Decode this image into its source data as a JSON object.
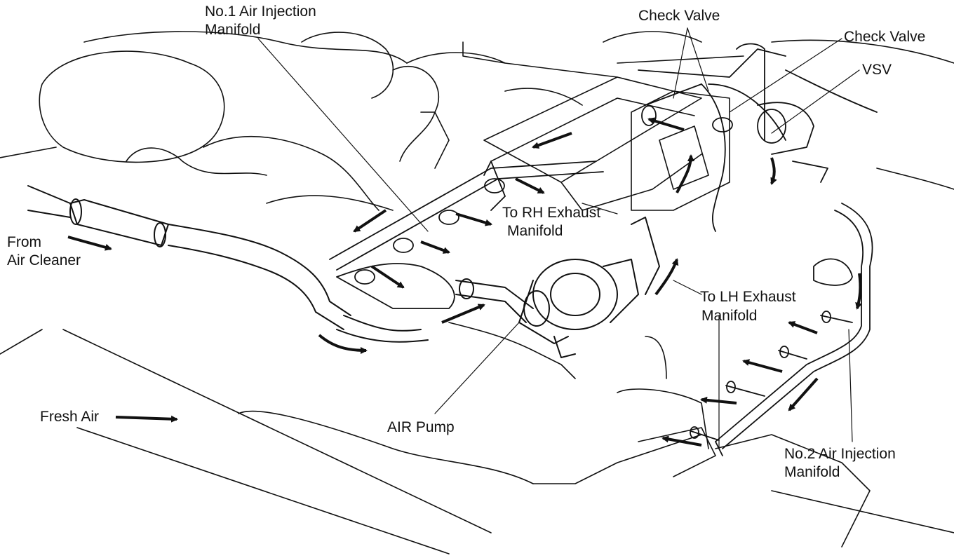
{
  "labels": {
    "no1_manifold_line1": "No.1 Air Injection",
    "no1_manifold_line2": "Manifold",
    "check_valve_1": "Check Valve",
    "check_valve_2": "Check Valve",
    "vsv": "VSV",
    "from_air_cleaner_line1": "From",
    "from_air_cleaner_line2": "Air Cleaner",
    "to_rh_line1": "To RH Exhaust",
    "to_rh_line2": "Manifold",
    "to_lh_line1": "To LH Exhaust",
    "to_lh_line2": "Manifold",
    "fresh_air": "Fresh Air",
    "air_pump": "AIR Pump",
    "no2_manifold_line1": "No.2 Air Injection",
    "no2_manifold_line2": "Manifold"
  },
  "colors": {
    "ink": "#111111",
    "background": "#ffffff"
  }
}
